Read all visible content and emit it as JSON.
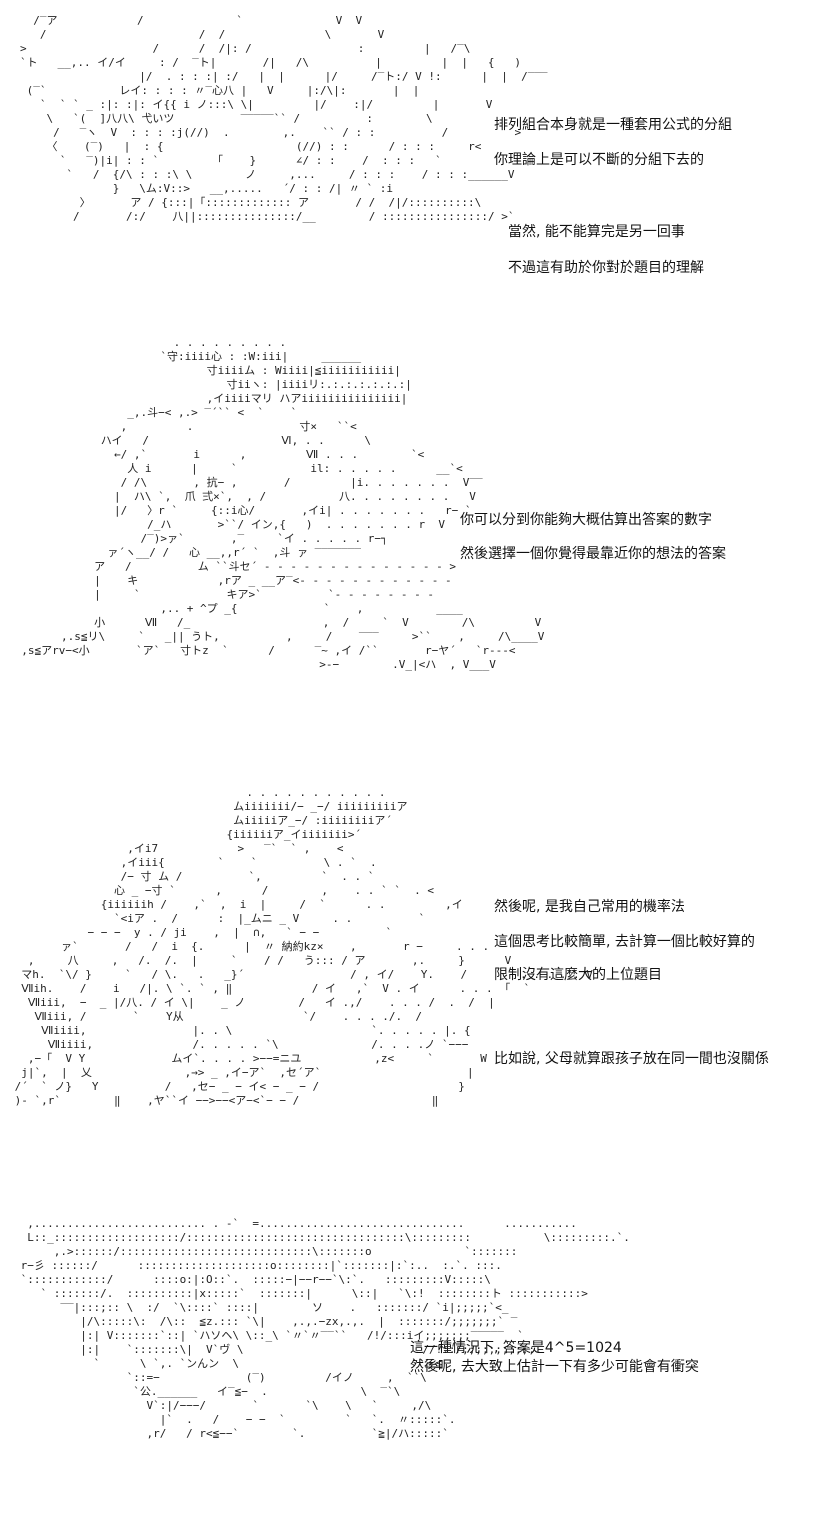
{
  "panels": [
    {
      "art": "  /‾ア            /              `              V  V\n   /                       /  /               \\       V\n>                   /      /  /|: /                :         |   /‾\\\n`ト   __,.. イ/イ     : /  ‾ト|       /|   /\\          |         |  |   {   )\n                  |/  . : : :| :/   |  |      |/     /‾ト:/ V !:      |  |  /‾‾‾\n (‾`           レイ: : : : 〃‾心八 |   V     |:/\\|:       |  |\n   `  ` ` _ :|: :|: イ{{ i ノ:::\\ \\|         |/    :|/         |       V\n    \\   `(  ]八八\\ 弋いツ          ‾‾‾‾‾`` /          :        \\\n     /   ‾ヽ  V  : : : :j(//)  .        ,.    `` / : :          /          >\n    〈    (‾)   |  : {                    (//) : :      / : : :     r<\n      `   ‾)|i| : : `        「    }      ∠/ : :    /  : : :   `\n       `   /  {/\\ : : :\\ \\        ノ     ,...     / : : :    / : : :______V\n              }   \\ム:V::>   __,.....   ´/ : : /| 〃 ` :i\n         〉      ア / {:::|「::::::::::::: ア       / /  /|/::::::::::\\\n        /       /:/    八||:::::::::::::::/__        / ::::::::::::::::/ >`",
      "captions": [
        "排列組合本身就是一種套用公式的分組",
        "你理論上是可以不斷的分組下去的",
        "當然, 能不能算完是另一回事",
        "不過這有助於你對於題目的理解"
      ]
    },
    {
      "art": "                         . . . . . . . . .\n                       `守:iiii心 : :W:iii|     ______\n                              寸iiiiム : Wiiii|≦iiiiiiiiiii|\n                                 寸iiヽ: |iiiiリ:.:.:.:.:.:.:|\n                              ,イiiiiマリ ハアiiiiiiiiiiiiiii|\n                  _,.斗−< ,.> ‾´`` <  `    `\n                 ,         .                寸×   ``<\n              ハイ   /                    Ⅵ, . .      \\\n                ←/ ,`       i      ,         Ⅶ . . .        `<\n                  人 i      |     `           il: . . . . .      __`<\n                 / /\\       , 抗− ,       /         |i. . . . . . .  V‾‾\n                |  ハ\\ `,  爪 弍×`,  , /           八. . . . . . . .   V\n                |/   〉r `     {::i心/       ,イi| . . . . . . .   r− `\n                     /_ハ       >``/ イン,{   )  . . . . . . . r  V\n                    /‾)>ァ`       ,‾     `イ . . . . . r−┐\n               ァ´ヽ__/ /   心 __,,r´ `  ,斗 ァ ‾‾‾‾‾‾‾\n             ア   /          ム ``斗セ´ - - - - - - - - - - - - - - >\n             |    キ            ,rア _ __ア‾<- - - - - - - - - - - -\n             |     `             キア>`          `- - - - - - - -\n                       ,.. + ^プ _{             `    ,           ____\n             小      Ⅶ   /_                    ,  /     `  V        /\\         V\n        ,.s≦リ\\     `   _|| うト,          ,     /    ‾‾‾     >``    ,     /\\____V\n  ,s≦アrv−<小       `ア`   寸トz  `      /      ‾~ ,イ /``       r−ヤ´   `r---<\n                                               >-−        .V_|<ハ  , V___V",
      "captions": [
        "你可以分到你能夠大概估算出答案的數字",
        "然後選擇一個你覺得最靠近你的想法的答案"
      ]
    },
    {
      "art": "                                    . . . . . . . . . . .\n                                  ムiiiiiii/− _−/ iiiiiiiiiア\n                                  ムiiiiiア_−/ :iiiiiiiiア´\n                                 {iiiiiiア_イiiiiiii>´\n                  ,イi7            >   ‾`  ` ,    <\n                 ,イiii{        `    `          \\ . `  .\n                 /− 寸 ム /          `,         `  . . `\n                心 _ −寸 `      ,      /        ,    . . ` `  . <\n              {iiiiiih /    ,`  ,  i  |     /  `      . .         ,イ\n                `<iア .  /      :  |_ムニ _ V     . .          `\n            − − −  y . / ji    ,  |  ∩,   ` − −          `\n        ァ`       /   /  i  {.      |  〃 納約kz×    ,       r −     . . .\n   ,     八     ,   /.  /.  |     `    / /   う::: / ア       ,.     }      V\n  マh.  `\\/ }     `   / \\.   .   _}´                / , イ/    Y.    /        . . . . . V\n  Ⅶih.    /    i   /|. \\ `. ` , ‖            / イ   ,`  V . イ      . . . 「  `\n   Ⅶiii,  −  _ |/八. / イ \\|    _ ノ        /   イ .,/    . . . /  .  /  |\n    Ⅶiii, /       `    Y从                  `/    . . . ./.  /\n     Ⅶiiii,                |. . \\                     `. . . . . |. {\n      Ⅶiiii,               /. . . . . `\\              /. . . .ノ `−−−\n   ,−「  V Y             ムイ`. . . . >−−=ニユ           ,z<     `       W\n  j|`,  |  乂              ,→> _ ,イ−ア`  ,セ´ア`                      |\n /´  ` ノ}   Y          /   ,セ− _ − イ< − _ − /                     }\n )- `,r`        ‖    ,ヤ``イ −−>−−<ア−<`− − /                    ‖",
      "captions": [
        "然後呢, 是我自己常用的機率法",
        "這個思考比較簡單, 去計算一個比較好算的",
        "限制沒有這麼大的上位題目",
        "比如說, 父母就算跟孩子放在同一間也沒關係"
      ]
    },
    {
      "art": "  ,.......................... . -`  =...............................      ...........\n  L::_:::::::::::::::::::/:::::::::::::::::::::::::::::::::\\:::::::::           \\:::::::::.`.\n      ,.>::::::/:::::::::::::::::::::::::::::\\:::::::o              `:::::::\n r−彡 ::::::/      ::::::::::::::::::::o::::::::|`:::::::|:`:..  :.`. :::.\n `::::::::::::/      ::::o:|:O::`.  :::::−|−−r−−`\\:`.   :::::::::V:::::\\\n    ` :::::::/.  ::::::::::|x:::::`  :::::::|      \\::|   `\\:!  ::::::::ト :::::::::::>\n       ‾‾|:::;:: \\  :/  `\\::::` ::::|        ソ    .   :::::::/ `i|;;;;;`<_\n          |/\\:::::\\:  /\\::  ≦z.::: `\\|    ,.,.−zx,.,.  |  :::::::/;;;;;;;` ‾\n          |:| V:::::::`::| `ハソヘ\\ \\::_\\ `〃`〃‾‾``   /!/:::iイ;;;;;;;‾‾‾‾‾  `\n          |:|    `:::::::\\|  V`ヴ \\                           //!::/;;;;;;;;;;;\n            `      \\ `,. `ンんン  \\                          ``三≦\n                 `::=−             (‾)         /イノ     ,  ``\\\n                  `公.______   イ‾≦−  .              \\  ‾`\\\n                    V`:|/−−−/       `       `\\    \\   `     ,/\\\n                      |`  .   /    − −  `         `   `.  〃:::::`.\n                    ,r/   / r<≦−−`        `.          `≧|/ハ:::::`",
      "captions": [
        "這一種情況下, 答案是4^5=1024",
        "然後呢, 去大致上估計一下有多少可能會有衝突"
      ]
    }
  ]
}
